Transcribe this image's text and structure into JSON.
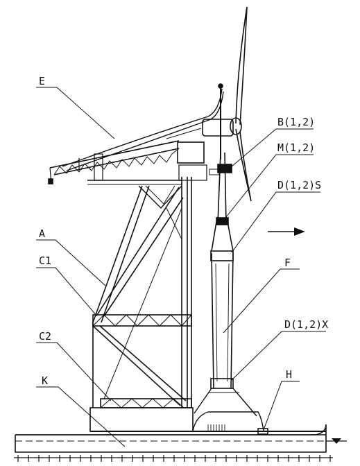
{
  "labels": {
    "E": "E",
    "B": "B(1,2)",
    "M": "M(1,2)",
    "DS": "D(1,2)S",
    "A": "A",
    "C1": "C1",
    "F": "F",
    "DX": "D(1,2)X",
    "C2": "C2",
    "H": "H",
    "K": "K"
  },
  "icons": {
    "direction_arrow": "right-arrow-icon",
    "waterline_marker": "waterline-triangle-icon"
  },
  "colors": {
    "line": "#111111",
    "background": "#ffffff"
  }
}
